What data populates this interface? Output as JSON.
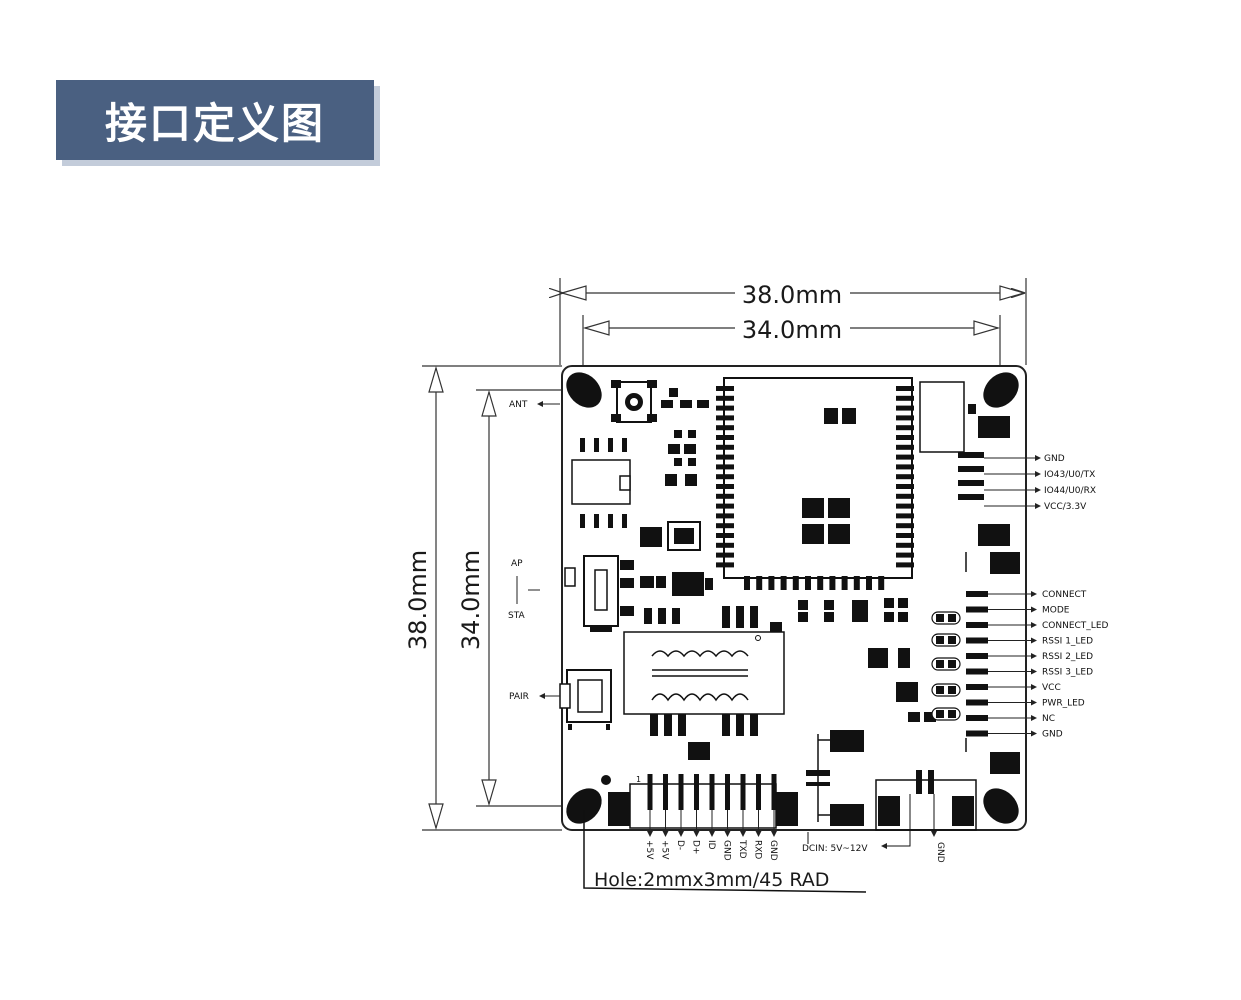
{
  "header": {
    "title": "接口定义图"
  },
  "dimensions": {
    "outer_width": "38.0mm",
    "inner_width": "34.0mm",
    "outer_height": "38.0mm",
    "inner_height": "34.0mm"
  },
  "labels": {
    "ant": "ANT",
    "ap": "AP",
    "sta": "STA",
    "pair": "PAIR",
    "hole": "Hole:2mmx3mm/45 RAD",
    "dcin": "DCIN: 5V~12V",
    "gnd_bottom": "GND"
  },
  "uart_pins": [
    "GND",
    "IO43/U0/TX",
    "IO44/U0/RX",
    "VCC/3.3V"
  ],
  "status_pins": [
    "CONNECT",
    "MODE",
    "CONNECT_LED",
    "RSSI 1_LED",
    "RSSI 2_LED",
    "RSSI 3_LED",
    "VCC",
    "PWR_LED",
    "NC",
    "GND"
  ],
  "bottom_pins": [
    "+5V",
    "+5V",
    "D-",
    "D+",
    "ID",
    "GND",
    "TXD",
    "RXD",
    "GND"
  ]
}
